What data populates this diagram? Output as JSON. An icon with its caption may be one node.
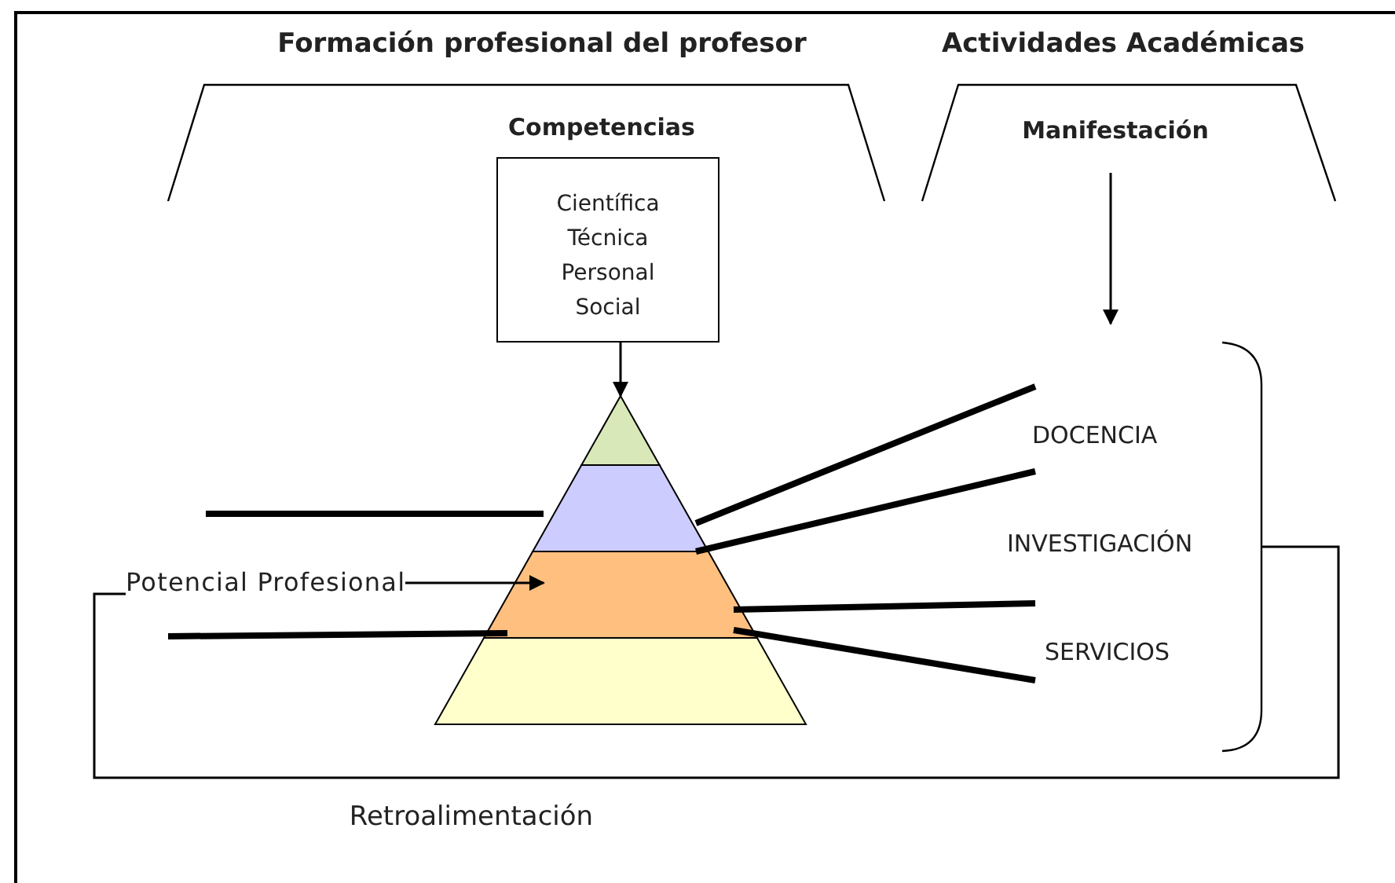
{
  "diagram": {
    "nodes": [
      {
        "text": [
          "Científica",
          "Técnica",
          "Personal",
          "Social"
        ],
        "beside": [
          "Competencias"
        ]
      },
      {
        "text": [],
        "shape": "triangle"
      },
      {
        "text": [
          "Potencial Profesional"
        ]
      },
      {
        "text": [
          "Manifestación"
        ]
      },
      {
        "text": [
          "INVESTIGACIÓN"
        ]
      }
    ],
    "edges": [
      {
        "from": 0,
        "to": 1,
        "arrow": "to"
      },
      {
        "from": 2,
        "to": 1,
        "arrow": "to"
      },
      {
        "from": 3,
        "to": null,
        "arrow": "to"
      },
      {
        "from": 4,
        "to": 2,
        "arrow": "none"
      }
    ],
    "labels": [
      "Formación profesional del profesor",
      "Actividades Académicas",
      "DOCENCIA",
      "SERVICIOS",
      "Retroalimentación"
    ]
  }
}
